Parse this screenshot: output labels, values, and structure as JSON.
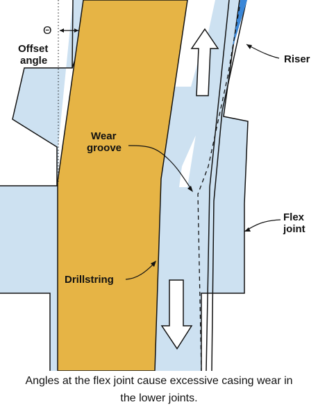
{
  "labels": {
    "theta": "Θ",
    "offset_angle_line1": "Offset",
    "offset_angle_line2": "angle",
    "riser": "Riser",
    "wear_groove_line1": "Wear",
    "wear_groove_line2": "groove",
    "flex_joint_line1": "Flex",
    "flex_joint_line2": "joint",
    "drillstring": "Drillstring"
  },
  "caption": {
    "line1": "Angles at the flex joint cause excessive casing wear in",
    "line2": "the lower joints."
  },
  "colors": {
    "casing": "#cde1f1",
    "drillstring": "#e6b445",
    "riser_highlight": "#3a87d8",
    "arrow_fill": "#ffffff",
    "outline": "#111111"
  }
}
